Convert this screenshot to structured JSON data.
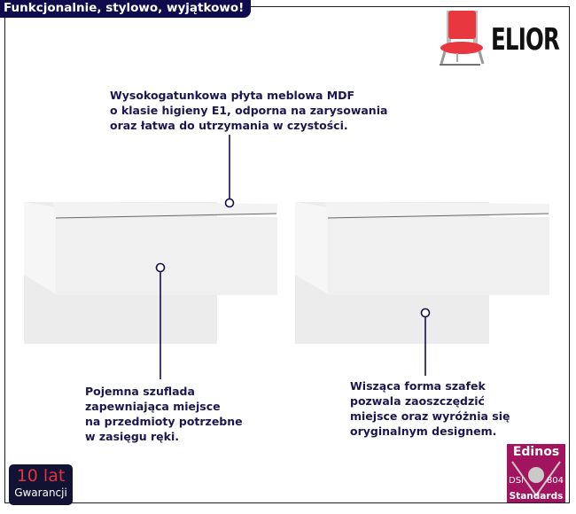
{
  "header": {
    "tagline": "Funkcjonalnie, stylowo, wyjątkowo!"
  },
  "brand": {
    "name": "ELIOR",
    "chair_color": "#e8373f"
  },
  "callouts": {
    "top": [
      "Wysokogatunkowa płyta meblowa MDF",
      "o klasie higieny E1, odporna na zarysowania",
      "oraz łatwa do utrzymania w czystości."
    ],
    "left": [
      "Pojemna szuflada",
      "zapewniająca miejsce",
      "na przedmioty potrzebne",
      "w zasięgu ręki."
    ],
    "right": [
      "Wisząca forma szafek",
      "pozwala zaoszczędzić",
      "miejsce oraz wyróżnia się",
      "oryginalnym designem."
    ]
  },
  "badges": {
    "warranty": {
      "line1": "10 lat",
      "line2": "Gwarancji"
    },
    "edinos": {
      "title": "Edinos",
      "left": "DSI",
      "right": "804",
      "bottom": "Standards"
    }
  },
  "colors": {
    "navy": "#0f0b4d",
    "text": "#1b1650",
    "edinos": "#a3145e"
  }
}
